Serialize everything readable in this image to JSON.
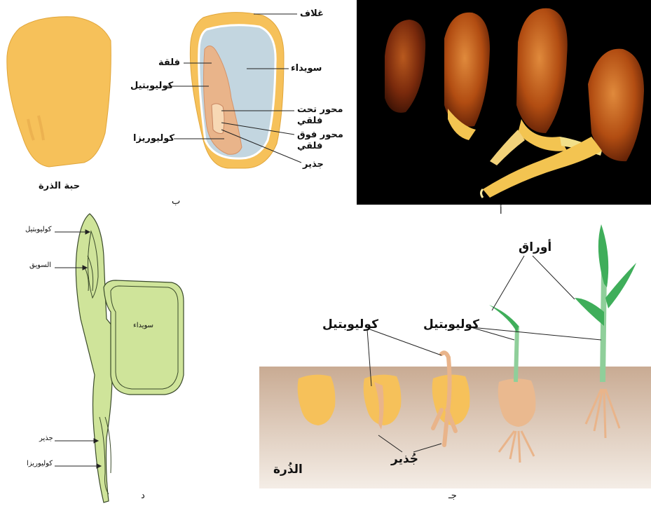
{
  "panel_a": {
    "letter": "أ"
  },
  "panel_b": {
    "letter": "ب",
    "kernel_caption": "حبة الذرة",
    "labels": {
      "coat": "غلاف",
      "endosperm": "سويداء",
      "cotyledon": "فلقة",
      "coleoptile": "كوليوبتيل",
      "hypocotyl_1": "محور تحت",
      "hypocotyl_2": "فلقي",
      "epicotyl_1": "محور فوق",
      "epicotyl_2": "فلقي",
      "coleorhiza": "كوليوريزا",
      "radicle": "جذير"
    }
  },
  "panel_c": {
    "letter": "جـ",
    "corn": "الذُرة",
    "leaves": "أوراق",
    "coleoptile_1": "كوليوبتيل",
    "coleoptile_2": "كوليوبتيل",
    "radicle": "جُذير"
  },
  "panel_d": {
    "letter": "د",
    "coleoptile": "كوليوبتيل",
    "stem": "السويق",
    "endosperm": "سويداء",
    "radicle": "جذير",
    "coleorhiza": "كوليوريزا"
  },
  "colors": {
    "kernel": "#f6c15a",
    "endosperm_blue": "#c3d6e0",
    "embryo": "#e9b48a",
    "seedling_green": "#cfe49a",
    "soil": "#dcc8b4",
    "photo_bg": "#000000"
  }
}
